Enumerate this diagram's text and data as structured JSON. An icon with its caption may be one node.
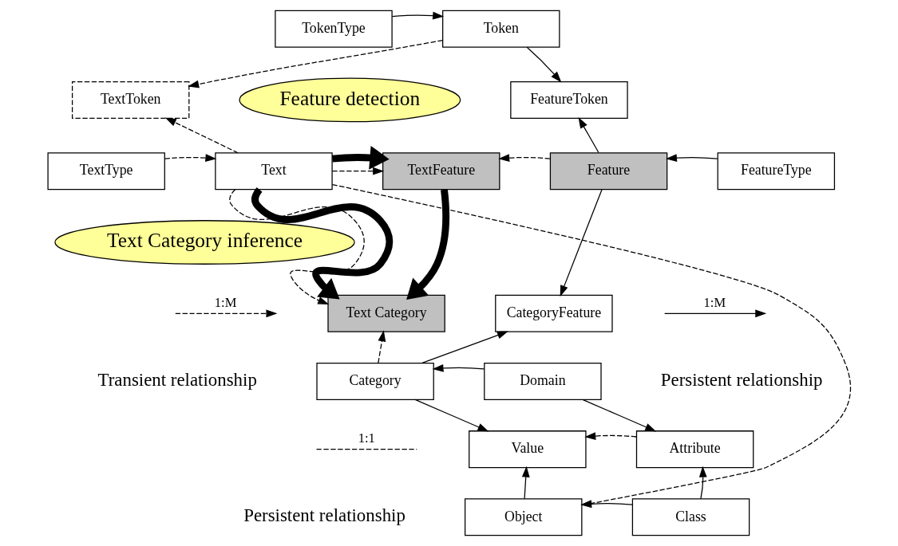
{
  "diagram": {
    "nodes": [
      {
        "text": [
          "TokenType"
        ]
      },
      {
        "text": [
          "Token"
        ]
      },
      {
        "text": [
          "TextToken"
        ]
      },
      {
        "text": [
          "Feature detection"
        ]
      },
      {
        "text": [
          "FeatureToken"
        ]
      },
      {
        "text": [
          "TextType"
        ]
      },
      {
        "text": [
          "Text"
        ]
      },
      {
        "text": [
          "TextFeature"
        ]
      },
      {
        "text": [
          "Feature"
        ]
      },
      {
        "text": [
          "FeatureType"
        ]
      },
      {
        "text": [
          "Text Category inference"
        ]
      },
      {
        "text": [
          "Text Category"
        ]
      },
      {
        "text": [
          "CategoryFeature"
        ]
      },
      {
        "text": [
          "Category"
        ]
      },
      {
        "text": [
          "Domain"
        ]
      },
      {
        "text": [
          "Value"
        ]
      },
      {
        "text": [
          "Attribute"
        ]
      },
      {
        "text": [
          "Object"
        ]
      },
      {
        "text": [
          "Class"
        ]
      }
    ],
    "edges": [
      {
        "from": 0,
        "to": 1,
        "arrow": "to"
      },
      {
        "from": 1,
        "to": 2,
        "arrow": "to",
        "style": "dashed"
      },
      {
        "from": 1,
        "to": 4,
        "arrow": "to"
      },
      {
        "from": 6,
        "to": 2,
        "arrow": "to",
        "style": "dashed"
      },
      {
        "from": 8,
        "to": 4,
        "arrow": "to"
      },
      {
        "from": 5,
        "to": 6,
        "arrow": "to",
        "style": "dashed"
      },
      {
        "from": 6,
        "to": 7,
        "arrow": "to",
        "style": "dashed"
      },
      {
        "from": 8,
        "to": 7,
        "arrow": "to",
        "style": "dashed"
      },
      {
        "from": 9,
        "to": 8,
        "arrow": "to"
      },
      {
        "from": 6,
        "to": 11,
        "arrow": "to",
        "style": "dashed"
      },
      {
        "from": 8,
        "to": 12,
        "arrow": "to"
      },
      {
        "from": 13,
        "to": 11,
        "arrow": "to",
        "style": "dashed"
      },
      {
        "from": 13,
        "to": 12,
        "arrow": "to"
      },
      {
        "from": 14,
        "to": 13,
        "arrow": "to"
      },
      {
        "from": 13,
        "to": 15,
        "arrow": "to"
      },
      {
        "from": 14,
        "to": 16,
        "arrow": "to"
      },
      {
        "from": 16,
        "to": 15,
        "arrow": "to",
        "style": "dashed"
      },
      {
        "from": 17,
        "to": 15,
        "arrow": "to"
      },
      {
        "from": 18,
        "to": 17,
        "arrow": "to"
      },
      {
        "from": 18,
        "to": 16,
        "arrow": "to"
      },
      {
        "from": 6,
        "to": 17,
        "arrow": "none",
        "style": "dashed"
      },
      {
        "from": 6,
        "to": 7,
        "arrow": "to",
        "style": "thick"
      },
      {
        "from": 6,
        "to": 11,
        "arrow": "to",
        "style": "thick"
      },
      {
        "from": 7,
        "to": 11,
        "arrow": "to",
        "style": "thick"
      }
    ],
    "labels": [
      "1:M",
      "1:M",
      "1:1"
    ],
    "legend": [
      {
        "text": "Transient relationship"
      },
      {
        "text": "Persistent relationship"
      },
      {
        "text": "Persistent relationship"
      }
    ]
  }
}
